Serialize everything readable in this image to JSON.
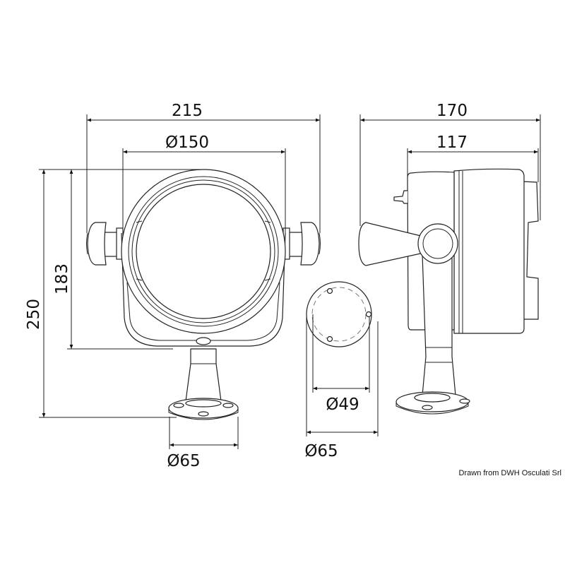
{
  "drawing": {
    "front_view": {
      "width_overall": "215",
      "lens_diameter": "Ø150",
      "height_overall": "250",
      "height_to_yoke": "183",
      "base_diameter": "Ø65"
    },
    "base_plate_view": {
      "hole_circle_diameter": "Ø49",
      "plate_diameter": "Ø65"
    },
    "side_view": {
      "depth_overall": "170",
      "body_depth": "117"
    },
    "credit": "Drawn from DWH Osculati Srl"
  }
}
